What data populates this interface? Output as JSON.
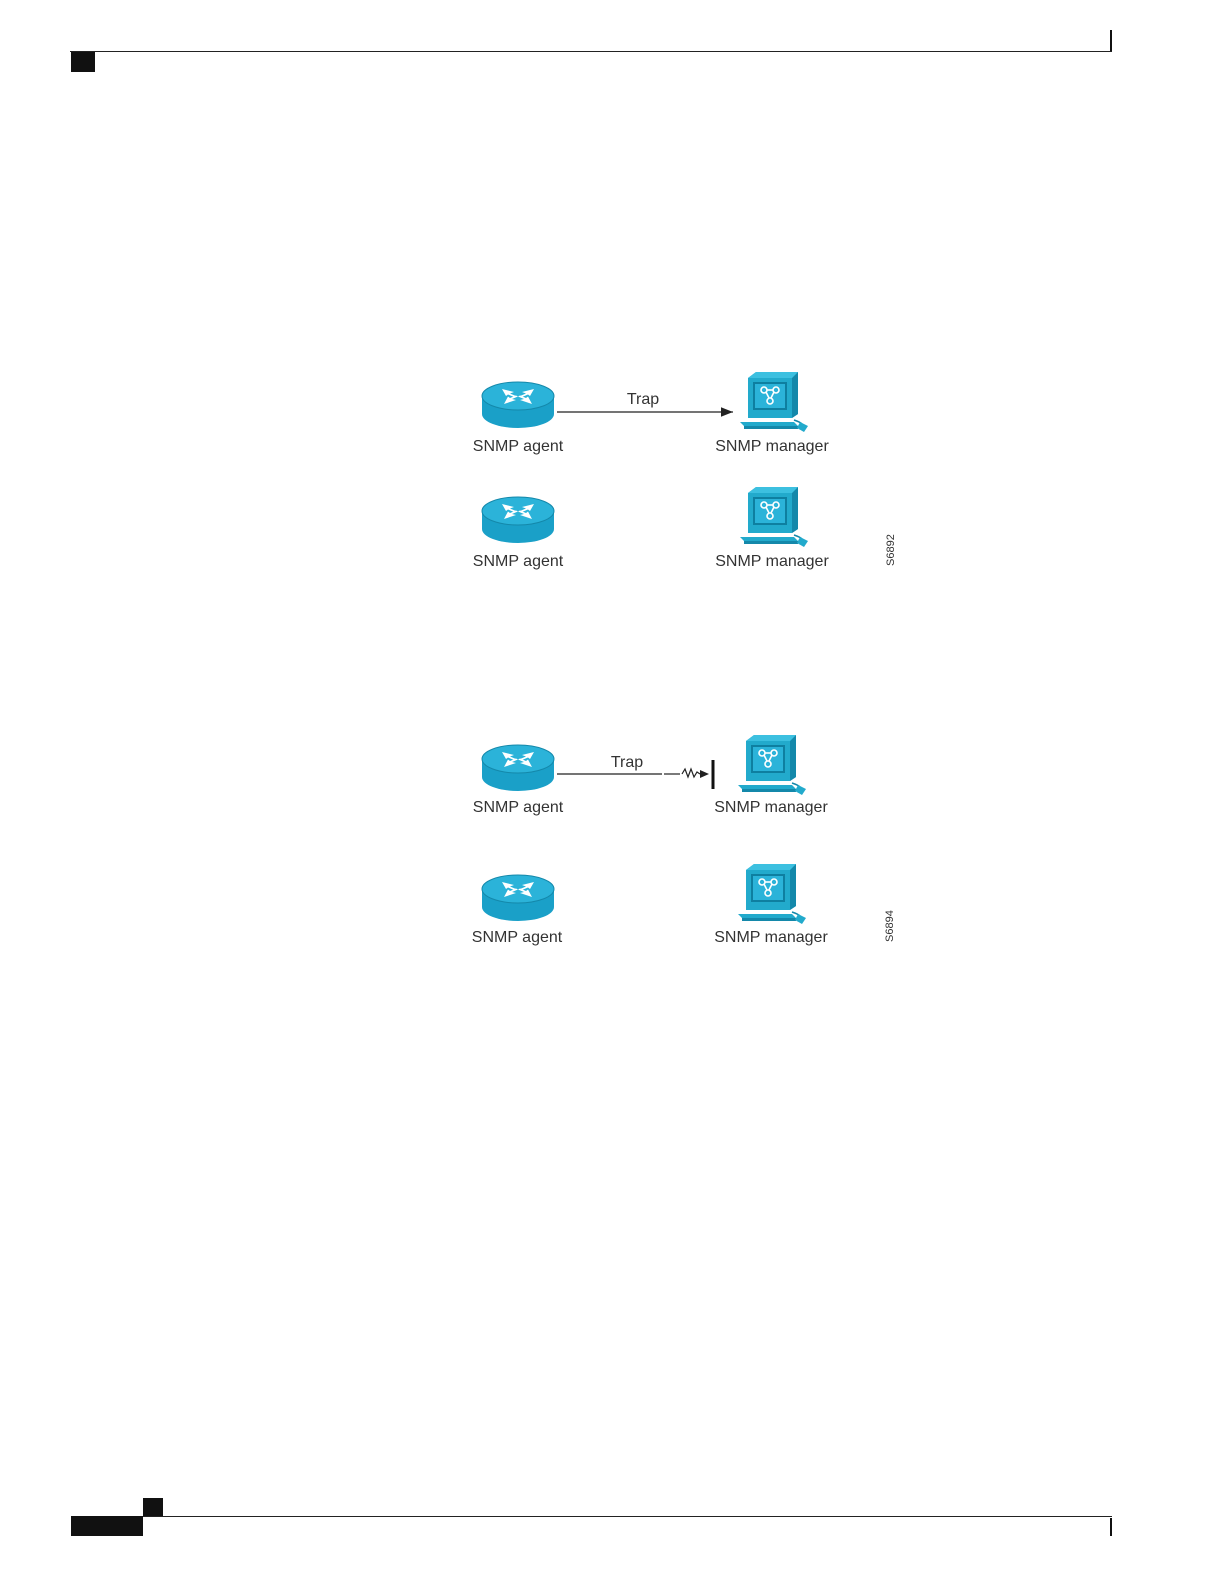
{
  "colors": {
    "device_fill": "#22aacc",
    "device_dark": "#1488aa",
    "line": "#222222"
  },
  "figure1": {
    "id_label": "S6892",
    "row1": {
      "agent_label": "SNMP agent",
      "manager_label": "SNMP manager",
      "edge_label": "Trap",
      "edge_style": "arrow-delivered"
    },
    "row2": {
      "agent_label": "SNMP agent",
      "manager_label": "SNMP manager"
    }
  },
  "figure2": {
    "id_label": "S6894",
    "row1": {
      "agent_label": "SNMP agent",
      "manager_label": "SNMP manager",
      "edge_label": "Trap",
      "edge_style": "arrow-blocked"
    },
    "row2": {
      "agent_label": "SNMP agent",
      "manager_label": "SNMP manager"
    }
  },
  "icons": {
    "agent": "router-icon",
    "manager": "workstation-icon"
  }
}
